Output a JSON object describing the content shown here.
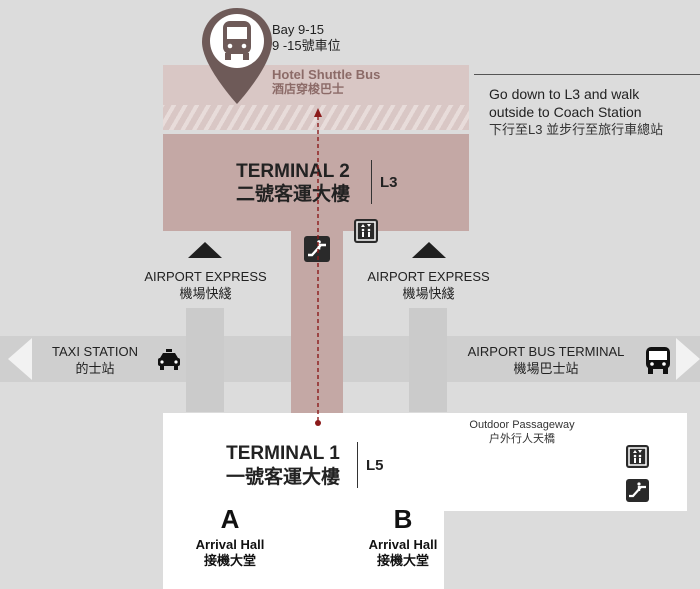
{
  "shuttle": {
    "bay_en": "Bay 9-15",
    "bay_zh": "9 -15號車位",
    "name_en": "Hotel Shuttle Bus",
    "name_zh": "酒店穿梭巴士"
  },
  "note": {
    "line1": "Go down to L3 and walk",
    "line2": "outside to Coach Station",
    "line3": "下行至L3 並步行至旅行車總站"
  },
  "terminal2": {
    "name_en": "TERMINAL 2",
    "name_zh": "二號客運大樓",
    "level": "L3"
  },
  "terminal1": {
    "name_en": "TERMINAL 1",
    "name_zh": "一號客運大樓",
    "level": "L5"
  },
  "airport_express_left": {
    "en": "AIRPORT EXPRESS",
    "zh": "機場快綫"
  },
  "airport_express_right": {
    "en": "AIRPORT EXPRESS",
    "zh": "機場快綫"
  },
  "taxi": {
    "en": "TAXI STATION",
    "zh": "的士站"
  },
  "bus_terminal": {
    "en": "AIRPORT BUS TERMINAL",
    "zh": "機場巴士站"
  },
  "passageway": {
    "en": "Outdoor Passageway",
    "zh": "户外行人天橋"
  },
  "hall_a": {
    "letter": "A",
    "en": "Arrival Hall",
    "zh": "接機大堂"
  },
  "hall_b": {
    "letter": "B",
    "en": "Arrival Hall",
    "zh": "接機大堂"
  },
  "icons": [
    "bus-pin-icon",
    "escalator-icon",
    "elevator-icon",
    "taxi-icon",
    "bus-icon"
  ],
  "colors": {
    "background": "#dcdcdc",
    "terminal2": "#c4a8a5",
    "shuttle_band": "#d9c7c5",
    "pin": "#6e5a58",
    "shuttle_text": "#8c6b68",
    "route_line": "#8b1a1a",
    "dark": "#1f1f1f"
  }
}
